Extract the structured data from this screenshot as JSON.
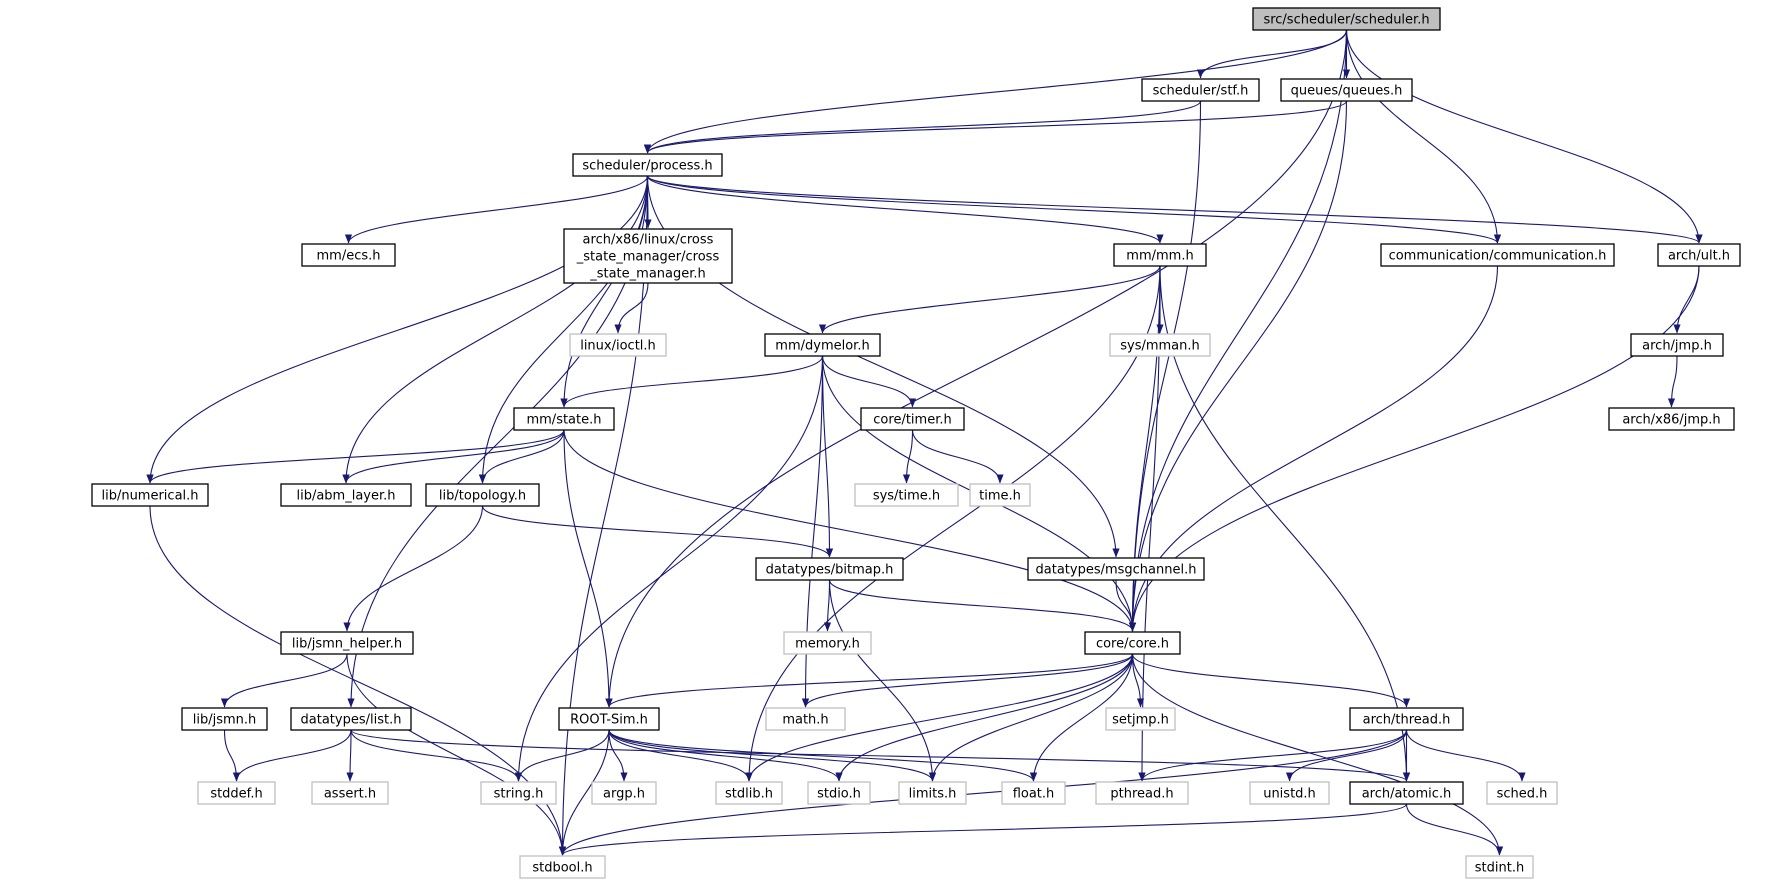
{
  "diagram": {
    "colors": {
      "edge": "#191970",
      "root_fill": "#bfbfbf",
      "node_fill": "#ffffff",
      "node_stroke": "#000000",
      "system_stroke": "#bfbfbf"
    },
    "nodes": [
      {
        "id": "root",
        "lines": [
          "src/scheduler/scheduler.h"
        ],
        "kind": "root"
      },
      {
        "id": "stf",
        "lines": [
          "scheduler/stf.h"
        ],
        "kind": "local"
      },
      {
        "id": "queues",
        "lines": [
          "queues/queues.h"
        ],
        "kind": "local"
      },
      {
        "id": "process",
        "lines": [
          "scheduler/process.h"
        ],
        "kind": "local"
      },
      {
        "id": "ecs",
        "lines": [
          "mm/ecs.h"
        ],
        "kind": "local"
      },
      {
        "id": "csm",
        "lines": [
          "arch/x86/linux/cross",
          "_state_manager/cross",
          "_state_manager.h"
        ],
        "kind": "local"
      },
      {
        "id": "mm",
        "lines": [
          "mm/mm.h"
        ],
        "kind": "local"
      },
      {
        "id": "comm",
        "lines": [
          "communication/communication.h"
        ],
        "kind": "local"
      },
      {
        "id": "ult",
        "lines": [
          "arch/ult.h"
        ],
        "kind": "local"
      },
      {
        "id": "ioctl",
        "lines": [
          "linux/ioctl.h"
        ],
        "kind": "system"
      },
      {
        "id": "dymelor",
        "lines": [
          "mm/dymelor.h"
        ],
        "kind": "local"
      },
      {
        "id": "mman",
        "lines": [
          "sys/mman.h"
        ],
        "kind": "system"
      },
      {
        "id": "jmp",
        "lines": [
          "arch/jmp.h"
        ],
        "kind": "local"
      },
      {
        "id": "x86jmp",
        "lines": [
          "arch/x86/jmp.h"
        ],
        "kind": "local"
      },
      {
        "id": "state",
        "lines": [
          "mm/state.h"
        ],
        "kind": "local"
      },
      {
        "id": "timer",
        "lines": [
          "core/timer.h"
        ],
        "kind": "local"
      },
      {
        "id": "numerical",
        "lines": [
          "lib/numerical.h"
        ],
        "kind": "local"
      },
      {
        "id": "abm",
        "lines": [
          "lib/abm_layer.h"
        ],
        "kind": "local"
      },
      {
        "id": "topology",
        "lines": [
          "lib/topology.h"
        ],
        "kind": "local"
      },
      {
        "id": "systime",
        "lines": [
          "sys/time.h"
        ],
        "kind": "system"
      },
      {
        "id": "time",
        "lines": [
          "time.h"
        ],
        "kind": "system"
      },
      {
        "id": "bitmap",
        "lines": [
          "datatypes/bitmap.h"
        ],
        "kind": "local"
      },
      {
        "id": "msgchannel",
        "lines": [
          "datatypes/msgchannel.h"
        ],
        "kind": "local"
      },
      {
        "id": "memory",
        "lines": [
          "memory.h"
        ],
        "kind": "system"
      },
      {
        "id": "core",
        "lines": [
          "core/core.h"
        ],
        "kind": "local"
      },
      {
        "id": "jsmnhelper",
        "lines": [
          "lib/jsmn_helper.h"
        ],
        "kind": "local"
      },
      {
        "id": "jsmn",
        "lines": [
          "lib/jsmn.h"
        ],
        "kind": "local"
      },
      {
        "id": "list",
        "lines": [
          "datatypes/list.h"
        ],
        "kind": "local"
      },
      {
        "id": "rootsim",
        "lines": [
          "ROOT-Sim.h"
        ],
        "kind": "local"
      },
      {
        "id": "math",
        "lines": [
          "math.h"
        ],
        "kind": "system"
      },
      {
        "id": "setjmp",
        "lines": [
          "setjmp.h"
        ],
        "kind": "system"
      },
      {
        "id": "thread",
        "lines": [
          "arch/thread.h"
        ],
        "kind": "local"
      },
      {
        "id": "stddef",
        "lines": [
          "stddef.h"
        ],
        "kind": "system"
      },
      {
        "id": "assert",
        "lines": [
          "assert.h"
        ],
        "kind": "system"
      },
      {
        "id": "string",
        "lines": [
          "string.h"
        ],
        "kind": "system"
      },
      {
        "id": "argp",
        "lines": [
          "argp.h"
        ],
        "kind": "system"
      },
      {
        "id": "stdlib",
        "lines": [
          "stdlib.h"
        ],
        "kind": "system"
      },
      {
        "id": "stdio",
        "lines": [
          "stdio.h"
        ],
        "kind": "system"
      },
      {
        "id": "limits",
        "lines": [
          "limits.h"
        ],
        "kind": "system"
      },
      {
        "id": "float",
        "lines": [
          "float.h"
        ],
        "kind": "system"
      },
      {
        "id": "pthread",
        "lines": [
          "pthread.h"
        ],
        "kind": "system"
      },
      {
        "id": "unistd",
        "lines": [
          "unistd.h"
        ],
        "kind": "system"
      },
      {
        "id": "atomic",
        "lines": [
          "arch/atomic.h"
        ],
        "kind": "local"
      },
      {
        "id": "sched",
        "lines": [
          "sched.h"
        ],
        "kind": "system"
      },
      {
        "id": "stdbool",
        "lines": [
          "stdbool.h"
        ],
        "kind": "system"
      },
      {
        "id": "stdint",
        "lines": [
          "stdint.h"
        ],
        "kind": "system"
      }
    ],
    "edges": [
      [
        "root",
        "stf"
      ],
      [
        "root",
        "queues"
      ],
      [
        "root",
        "process"
      ],
      [
        "root",
        "comm"
      ],
      [
        "root",
        "ult"
      ],
      [
        "root",
        "core"
      ],
      [
        "root",
        "rootsim"
      ],
      [
        "stf",
        "process"
      ],
      [
        "stf",
        "core"
      ],
      [
        "queues",
        "process"
      ],
      [
        "queues",
        "core"
      ],
      [
        "process",
        "ecs"
      ],
      [
        "process",
        "csm"
      ],
      [
        "process",
        "mm"
      ],
      [
        "process",
        "comm"
      ],
      [
        "process",
        "ult"
      ],
      [
        "process",
        "state"
      ],
      [
        "process",
        "numerical"
      ],
      [
        "process",
        "abm"
      ],
      [
        "process",
        "topology"
      ],
      [
        "process",
        "msgchannel"
      ],
      [
        "process",
        "list"
      ],
      [
        "process",
        "stdbool"
      ],
      [
        "csm",
        "ioctl"
      ],
      [
        "mm",
        "dymelor"
      ],
      [
        "mm",
        "mman"
      ],
      [
        "mm",
        "core"
      ],
      [
        "mm",
        "stdlib"
      ],
      [
        "mm",
        "pthread"
      ],
      [
        "mm",
        "atomic"
      ],
      [
        "comm",
        "core"
      ],
      [
        "ult",
        "jmp"
      ],
      [
        "ult",
        "core"
      ],
      [
        "jmp",
        "x86jmp"
      ],
      [
        "dymelor",
        "state"
      ],
      [
        "dymelor",
        "timer"
      ],
      [
        "dymelor",
        "bitmap"
      ],
      [
        "dymelor",
        "core"
      ],
      [
        "dymelor",
        "string"
      ],
      [
        "dymelor",
        "math"
      ],
      [
        "timer",
        "systime"
      ],
      [
        "timer",
        "time"
      ],
      [
        "state",
        "numerical"
      ],
      [
        "state",
        "abm"
      ],
      [
        "state",
        "topology"
      ],
      [
        "state",
        "core"
      ],
      [
        "state",
        "rootsim"
      ],
      [
        "numerical",
        "stdbool"
      ],
      [
        "topology",
        "bitmap"
      ],
      [
        "topology",
        "jsmnhelper"
      ],
      [
        "bitmap",
        "memory"
      ],
      [
        "bitmap",
        "core"
      ],
      [
        "bitmap",
        "limits"
      ],
      [
        "msgchannel",
        "core"
      ],
      [
        "core",
        "rootsim"
      ],
      [
        "core",
        "math"
      ],
      [
        "core",
        "setjmp"
      ],
      [
        "core",
        "thread"
      ],
      [
        "core",
        "stdio"
      ],
      [
        "core",
        "limits"
      ],
      [
        "core",
        "float"
      ],
      [
        "core",
        "stdint"
      ],
      [
        "core",
        "stdlib"
      ],
      [
        "jsmnhelper",
        "jsmn"
      ],
      [
        "jsmnhelper",
        "stdbool"
      ],
      [
        "jsmn",
        "stddef"
      ],
      [
        "list",
        "stddef"
      ],
      [
        "list",
        "assert"
      ],
      [
        "list",
        "string"
      ],
      [
        "list",
        "atomic"
      ],
      [
        "rootsim",
        "string"
      ],
      [
        "rootsim",
        "argp"
      ],
      [
        "rootsim",
        "stdlib"
      ],
      [
        "rootsim",
        "stdio"
      ],
      [
        "rootsim",
        "limits"
      ],
      [
        "rootsim",
        "float"
      ],
      [
        "rootsim",
        "stdbool"
      ],
      [
        "thread",
        "pthread"
      ],
      [
        "thread",
        "unistd"
      ],
      [
        "thread",
        "atomic"
      ],
      [
        "thread",
        "sched"
      ],
      [
        "thread",
        "stdbool"
      ],
      [
        "atomic",
        "stdbool"
      ],
      [
        "atomic",
        "stdint"
      ]
    ]
  }
}
